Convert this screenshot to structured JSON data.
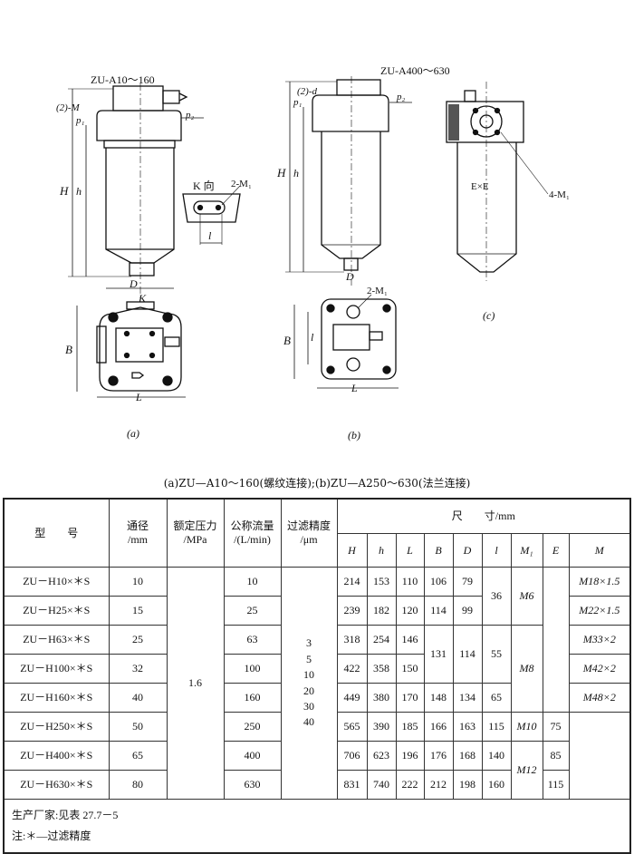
{
  "figures": {
    "a": {
      "title": "ZU-A10～160",
      "port_label": "(2)-M",
      "p1": "p₁",
      "p2": "p₂",
      "H": "H",
      "h": "h",
      "D": "D",
      "k_view": "K 向",
      "mount_holes": "2-M₁",
      "l": "l",
      "K": "K",
      "B": "B",
      "L": "L",
      "label": "(a)"
    },
    "b": {
      "title": "ZU-A400～630",
      "port_label": "(2)-d",
      "p1": "p₁",
      "p2": "p₂",
      "H": "H",
      "h": "h",
      "D": "D",
      "mount_holes": "2-M₁",
      "l": "l",
      "B": "B",
      "L": "L",
      "label": "(b)"
    },
    "c": {
      "holes": "4-M₁",
      "exe": "E×E",
      "label": "(c)"
    },
    "caption": "(a)ZU—A10～160(螺纹连接);(b)ZU—A250～630(法兰连接)"
  },
  "table": {
    "headers": {
      "model": "型　　号",
      "bore": "通径",
      "bore_unit": "/mm",
      "pressure": "额定压力",
      "pressure_unit": "/MPa",
      "flow": "公称流量",
      "flow_unit": "/(L/min)",
      "precision": "过滤精度",
      "precision_unit": "/μm",
      "dims": "尺　　寸/mm",
      "H": "H",
      "h": "h",
      "L": "L",
      "B": "B",
      "D": "D",
      "l": "l",
      "M1": "M₁",
      "E": "E",
      "M": "M"
    },
    "pressure": "1.6",
    "precision": "3\n5\n10\n20\n30\n40",
    "rows": [
      {
        "model": "ZU－H10×＊S",
        "bore": "10",
        "flow": "10",
        "H": "214",
        "h": "153",
        "L": "110",
        "B": "106",
        "D": "79",
        "M": "M18×1.5"
      },
      {
        "model": "ZU－H25×＊S",
        "bore": "15",
        "flow": "25",
        "H": "239",
        "h": "182",
        "L": "120",
        "B": "114",
        "D": "99",
        "M": "M22×1.5"
      },
      {
        "model": "ZU－H63×＊S",
        "bore": "25",
        "flow": "63",
        "H": "318",
        "h": "254",
        "L": "146",
        "M": "M33×2"
      },
      {
        "model": "ZU－H100×＊S",
        "bore": "32",
        "flow": "100",
        "H": "422",
        "h": "358",
        "L": "150",
        "M": "M42×2"
      },
      {
        "model": "ZU－H160×＊S",
        "bore": "40",
        "flow": "160",
        "H": "449",
        "h": "380",
        "L": "170",
        "B": "148",
        "D": "134",
        "l": "65",
        "M": "M48×2"
      },
      {
        "model": "ZU－H250×＊S",
        "bore": "50",
        "flow": "250",
        "H": "565",
        "h": "390",
        "L": "185",
        "B": "166",
        "D": "163",
        "l": "115",
        "M1": "M10",
        "E": "75"
      },
      {
        "model": "ZU－H400×＊S",
        "bore": "65",
        "flow": "400",
        "H": "706",
        "h": "623",
        "L": "196",
        "B": "176",
        "D": "168",
        "l": "140",
        "E": "85"
      },
      {
        "model": "ZU－H630×＊S",
        "bore": "80",
        "flow": "630",
        "H": "831",
        "h": "740",
        "L": "222",
        "B": "212",
        "D": "198",
        "l": "160",
        "E": "115"
      }
    ],
    "merged": {
      "l_1_2": "36",
      "M1_1_2": "M6",
      "B_3_4": "131",
      "D_3_4": "114",
      "l_3_4": "55",
      "M1_3_5": "M8",
      "M1_7_8": "M12"
    },
    "notes": {
      "maker": "生产厂家:见表 27.7－5",
      "note": "注:＊—过滤精度"
    }
  }
}
